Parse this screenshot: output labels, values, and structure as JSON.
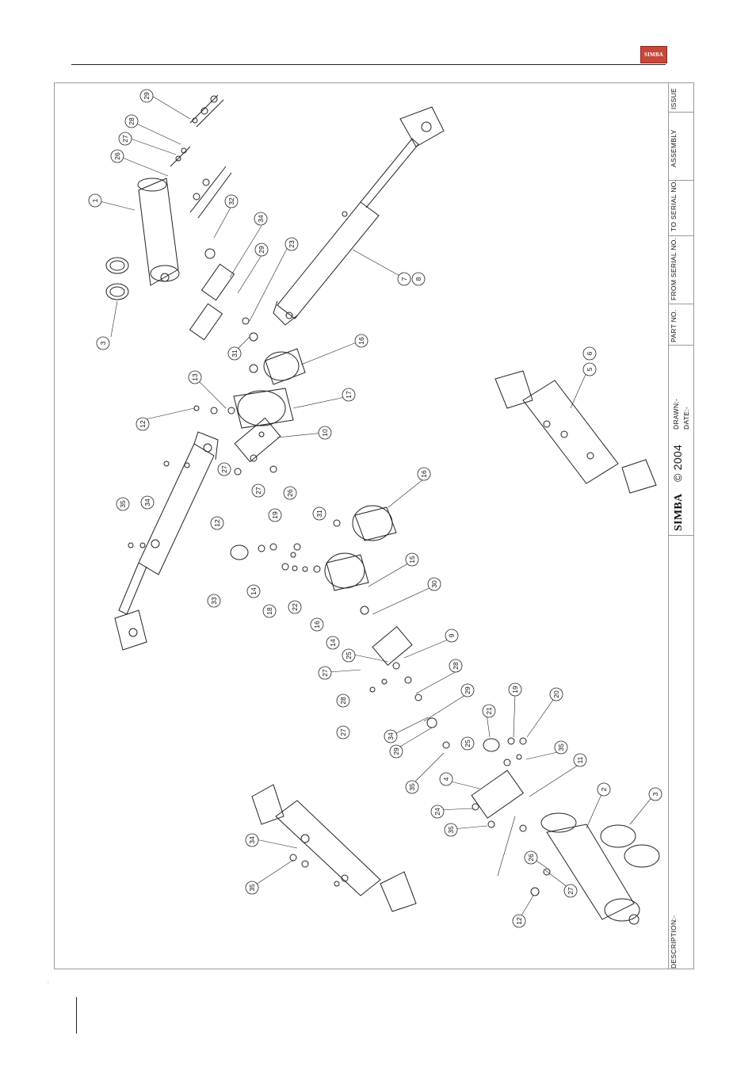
{
  "header": {
    "logo_text": "SIMBA"
  },
  "title_block": {
    "issue_label": "ISSUE",
    "assembly_label": "ASSEMBLY",
    "to_serial_label": "TO SERIAL NO.",
    "from_serial_label": "FROM SERIAL NO.",
    "part_no_label": "PART NO.",
    "drawn_label": "DRAWN:-",
    "date_label": "DATE:-",
    "copyright": "© 2004",
    "brand": "SIMBA",
    "description_label": "DESCRIPTION:-"
  },
  "callouts": [
    "29",
    "28",
    "27",
    "26",
    "1",
    "3",
    "32",
    "34",
    "29",
    "23",
    "31",
    "16",
    "13",
    "12",
    "17",
    "10",
    "27",
    "27",
    "26",
    "12",
    "35",
    "34",
    "33",
    "19",
    "31",
    "14",
    "18",
    "22",
    "16",
    "16",
    "15",
    "30",
    "14",
    "25",
    "9",
    "27",
    "28",
    "28",
    "27",
    "34",
    "29",
    "29",
    "21",
    "19",
    "20",
    "25",
    "35",
    "35",
    "11",
    "4",
    "24",
    "35",
    "2",
    "3",
    "34",
    "35",
    "26",
    "27",
    "12",
    "7",
    "8",
    "5",
    "6"
  ]
}
